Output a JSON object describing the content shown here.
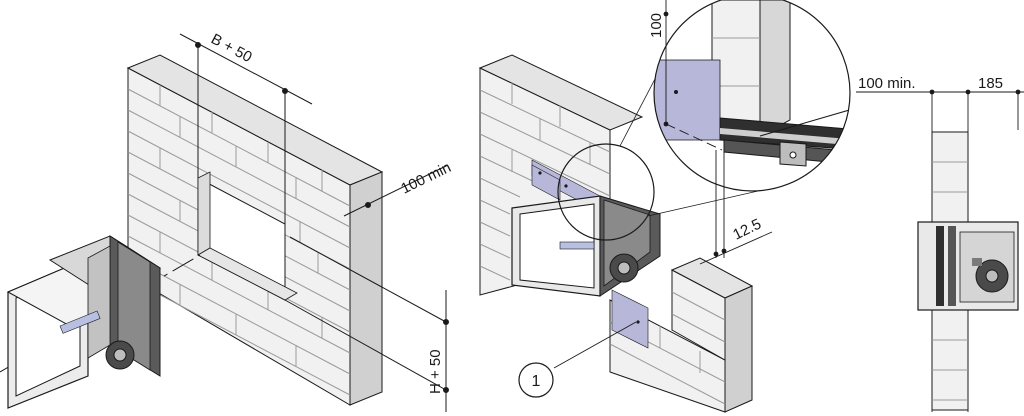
{
  "figure": {
    "dimension_labels": {
      "opening_width": "B + 50",
      "edge_distance": "100 min",
      "opening_height": "H + 50",
      "detail_top": "100",
      "detail_gap": "12.5",
      "side_min": "100 min.",
      "side_depth": "185"
    },
    "callout": "1"
  },
  "colors": {
    "brick_face": "#f1f1f1",
    "brick_top": "#e4e4e4",
    "brick_side": "#d0d0d0",
    "mortar": "#9a9a9a",
    "line": "#1a1a1a",
    "fire_board": "#b7b7d9",
    "damper_dark": "#3a3a3a",
    "damper_light": "#e9e9e9"
  }
}
